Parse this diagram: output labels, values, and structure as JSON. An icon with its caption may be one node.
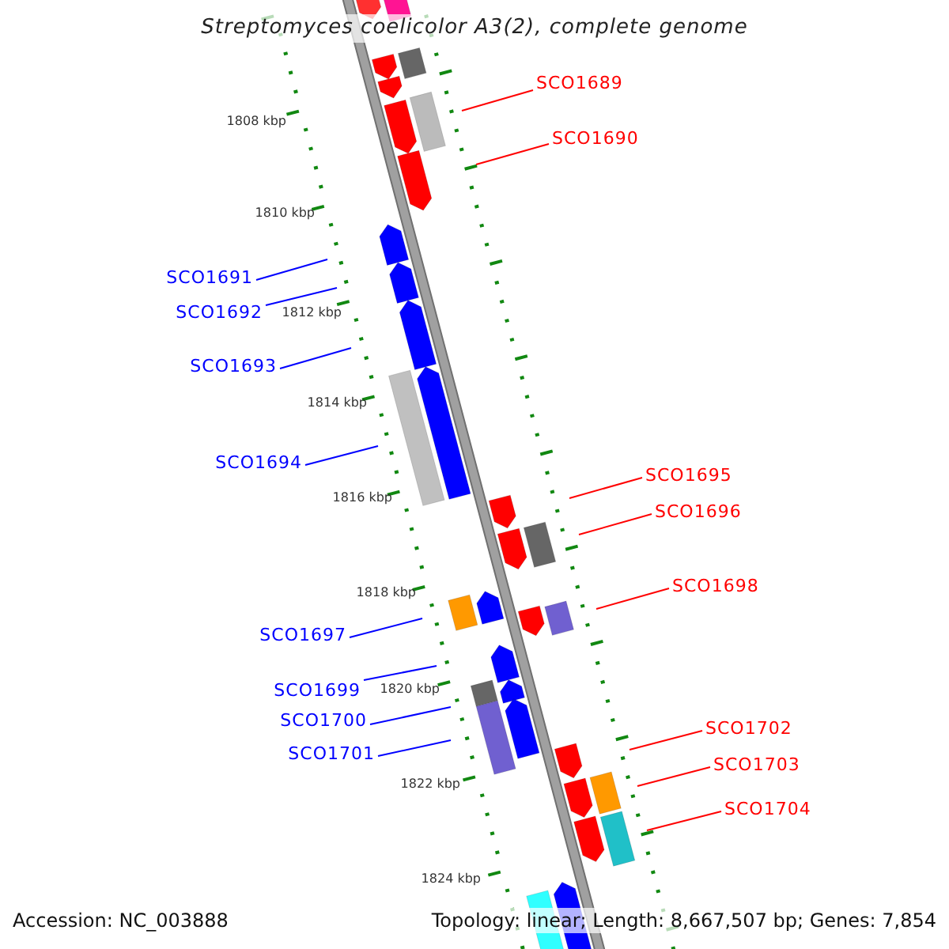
{
  "diagram": {
    "title": "Streptomyces coelicolor A3(2), complete genome",
    "nodes": [
      {
        "text": [
          "SCO1689"
        ]
      },
      {
        "text": [
          "SCO1690"
        ]
      },
      {
        "text": [
          "SCO1691"
        ]
      },
      {
        "text": [
          "SCO1692"
        ]
      },
      {
        "text": [
          "SCO1693"
        ]
      },
      {
        "text": [
          "SCO1694"
        ]
      },
      {
        "text": [
          "SCO1695"
        ]
      },
      {
        "text": [
          "SCO1696"
        ]
      },
      {
        "text": [
          "SCO1698"
        ]
      },
      {
        "text": [
          "SCO1697"
        ]
      },
      {
        "text": [
          "SCO1699"
        ]
      },
      {
        "text": [
          "SCO1700"
        ]
      },
      {
        "text": [
          "SCO1701"
        ]
      },
      {
        "text": [
          "SCO1702"
        ]
      },
      {
        "text": [
          "SCO1703"
        ]
      },
      {
        "text": [
          "SCO1704"
        ]
      }
    ],
    "edges": [
      {
        "from": 0,
        "to": null,
        "arrow": "none",
        "color": "#ff0000"
      },
      {
        "from": 1,
        "to": null,
        "arrow": "none",
        "color": "#ff0000"
      },
      {
        "from": 2,
        "to": null,
        "arrow": "none",
        "color": "#0000ff"
      },
      {
        "from": 3,
        "to": null,
        "arrow": "none",
        "color": "#0000ff"
      },
      {
        "from": 4,
        "to": null,
        "arrow": "none",
        "color": "#0000ff"
      },
      {
        "from": 5,
        "to": null,
        "arrow": "none",
        "color": "#0000ff"
      },
      {
        "from": 6,
        "to": null,
        "arrow": "none",
        "color": "#ff0000"
      },
      {
        "from": 7,
        "to": null,
        "arrow": "none",
        "color": "#ff0000"
      },
      {
        "from": 8,
        "to": null,
        "arrow": "none",
        "color": "#ff0000"
      },
      {
        "from": 9,
        "to": null,
        "arrow": "none",
        "color": "#0000ff"
      },
      {
        "from": 10,
        "to": null,
        "arrow": "none",
        "color": "#0000ff"
      },
      {
        "from": 11,
        "to": null,
        "arrow": "none",
        "color": "#0000ff"
      },
      {
        "from": 12,
        "to": null,
        "arrow": "none",
        "color": "#0000ff"
      },
      {
        "from": 13,
        "to": null,
        "arrow": "none",
        "color": "#ff0000"
      },
      {
        "from": 14,
        "to": null,
        "arrow": "none",
        "color": "#ff0000"
      },
      {
        "from": 15,
        "to": null,
        "arrow": "none",
        "color": "#ff0000"
      }
    ],
    "labels": [
      "1808 kbp",
      "1810 kbp",
      "1812 kbp",
      "1814 kbp",
      "1816 kbp",
      "1818 kbp",
      "1820 kbp",
      "1822 kbp",
      "1824 kbp",
      "Accession: NC_003888",
      "Topology: linear; Length: 8,667,507 bp; Genes: 7,854"
    ]
  }
}
